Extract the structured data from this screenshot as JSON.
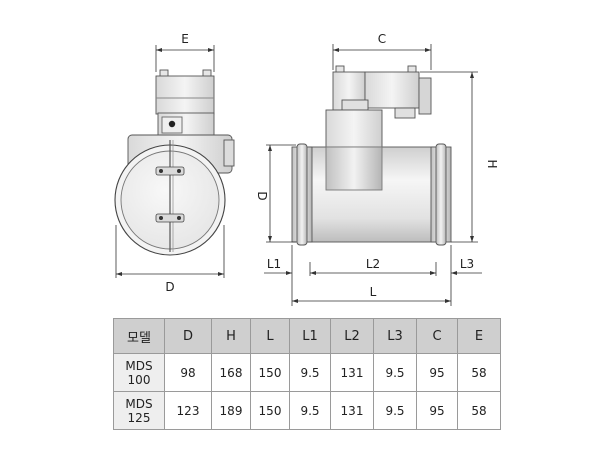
{
  "labels": {
    "front_width": "E",
    "front_diameter": "D",
    "side_width": "C",
    "side_height": "H",
    "side_diameter": "D",
    "l1": "L1",
    "l2": "L2",
    "l3": "L3",
    "l": "L"
  },
  "table": {
    "headers": [
      "모델",
      "D",
      "H",
      "L",
      "L1",
      "L2",
      "L3",
      "C",
      "E"
    ],
    "rows": [
      {
        "model_line1": "MDS",
        "model_line2": "100",
        "values": [
          "98",
          "168",
          "150",
          "9.5",
          "131",
          "9.5",
          "95",
          "58"
        ]
      },
      {
        "model_line1": "MDS",
        "model_line2": "125",
        "values": [
          "123",
          "189",
          "150",
          "9.5",
          "131",
          "9.5",
          "95",
          "58"
        ]
      }
    ]
  }
}
